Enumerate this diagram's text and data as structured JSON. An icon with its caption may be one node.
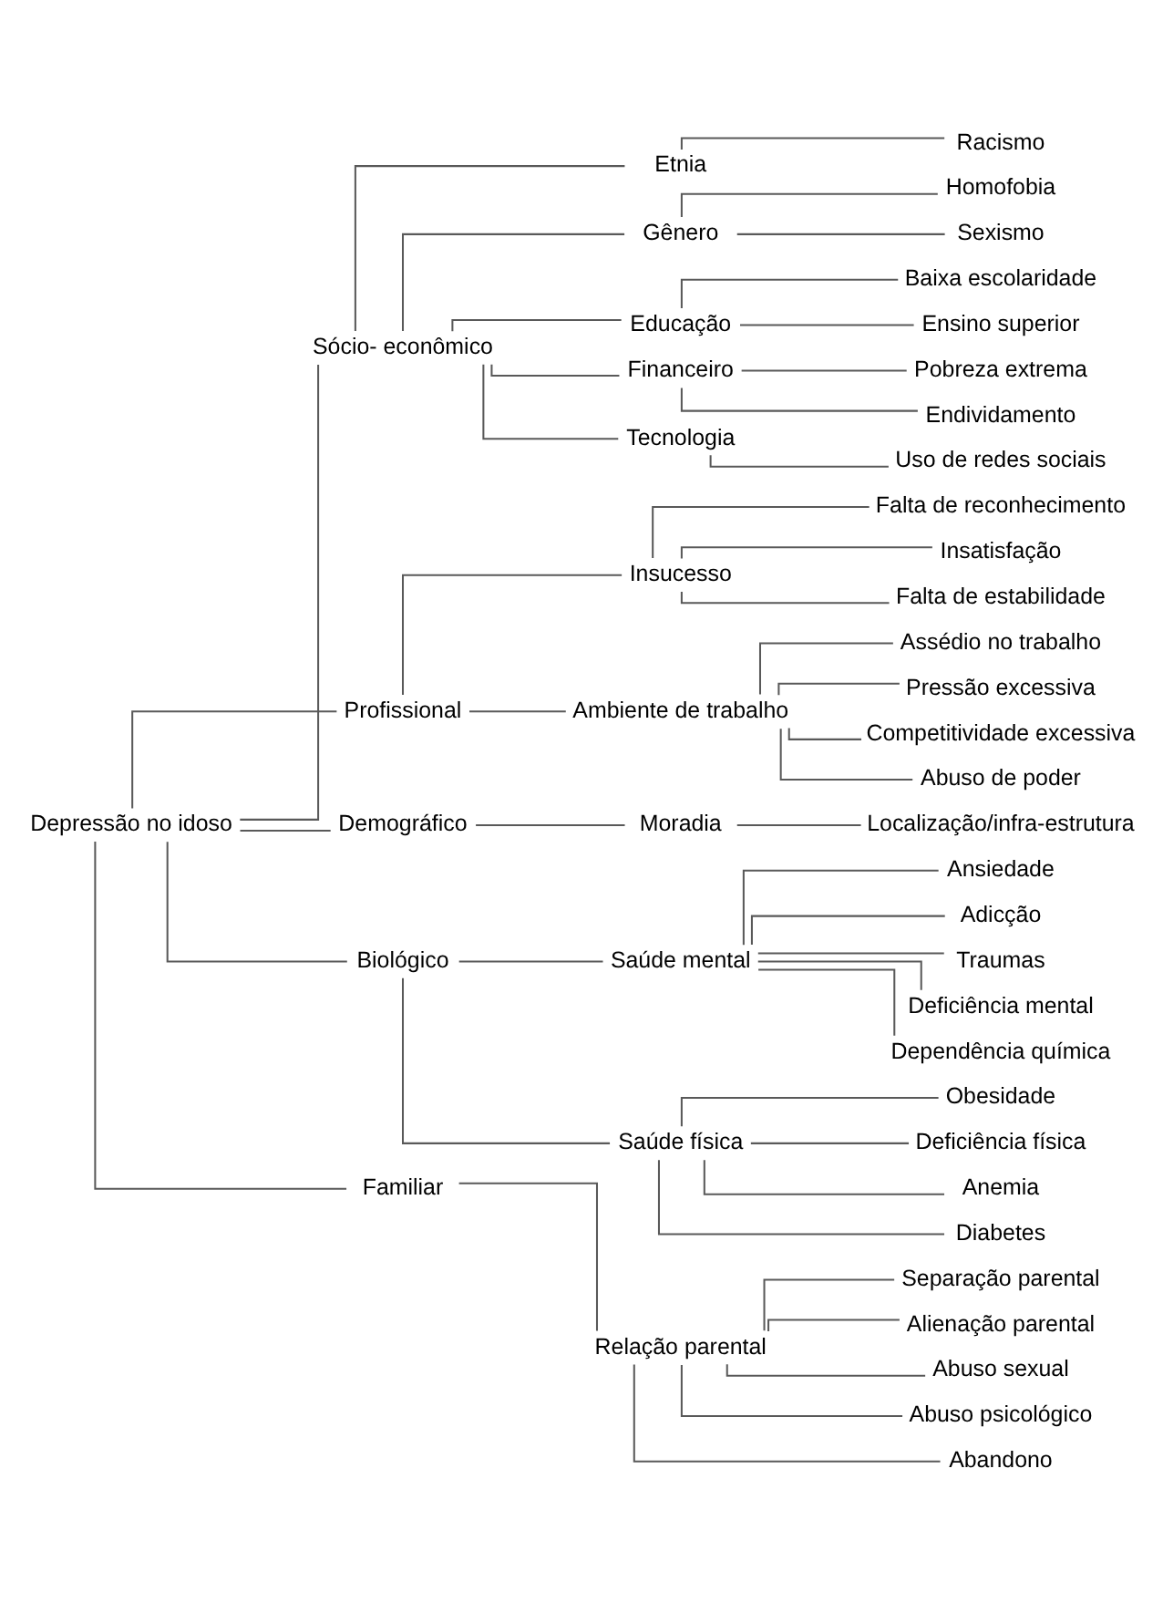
{
  "diagram": {
    "nodes": [
      {
        "text": [
          "Depressão no idoso"
        ]
      },
      {
        "text": [
          "Sócio- econômico"
        ]
      },
      {
        "text": [
          "Etnia"
        ]
      },
      {
        "text": [
          "Racismo"
        ]
      },
      {
        "text": [
          "Gênero"
        ]
      },
      {
        "text": [
          "Homofobia"
        ]
      },
      {
        "text": [
          "Sexismo"
        ]
      },
      {
        "text": [
          "Educação"
        ]
      },
      {
        "text": [
          "Baixa escolaridade"
        ]
      },
      {
        "text": [
          "Ensino superior"
        ]
      },
      {
        "text": [
          "Financeiro"
        ]
      },
      {
        "text": [
          "Pobreza extrema"
        ]
      },
      {
        "text": [
          "Endividamento"
        ]
      },
      {
        "text": [
          "Tecnologia"
        ]
      },
      {
        "text": [
          "Uso de redes sociais"
        ]
      },
      {
        "text": [
          "Profissional"
        ]
      },
      {
        "text": [
          "Insucesso"
        ]
      },
      {
        "text": [
          "Falta de reconhecimento"
        ]
      },
      {
        "text": [
          "Insatisfação"
        ]
      },
      {
        "text": [
          "Falta de estabilidade"
        ]
      },
      {
        "text": [
          "Ambiente de trabalho"
        ]
      },
      {
        "text": [
          "Assédio no trabalho"
        ]
      },
      {
        "text": [
          "Pressão excessiva"
        ]
      },
      {
        "text": [
          "Competitividade excessiva"
        ]
      },
      {
        "text": [
          "Abuso de poder"
        ]
      },
      {
        "text": [
          "Demográfico"
        ]
      },
      {
        "text": [
          "Moradia"
        ]
      },
      {
        "text": [
          "Localização/infra-estrutura"
        ]
      },
      {
        "text": [
          "Biológico"
        ]
      },
      {
        "text": [
          "Saúde mental"
        ]
      },
      {
        "text": [
          "Ansiedade"
        ]
      },
      {
        "text": [
          "Adicção"
        ]
      },
      {
        "text": [
          "Traumas"
        ]
      },
      {
        "text": [
          "Deficiência mental"
        ]
      },
      {
        "text": [
          "Dependência química"
        ]
      },
      {
        "text": [
          "Saúde física"
        ]
      },
      {
        "text": [
          "Obesidade"
        ]
      },
      {
        "text": [
          "Deficiência física"
        ]
      },
      {
        "text": [
          "Anemia"
        ]
      },
      {
        "text": [
          "Diabetes"
        ]
      },
      {
        "text": [
          "Familiar"
        ]
      },
      {
        "text": [
          "Relação parental"
        ]
      },
      {
        "text": [
          "Separação parental"
        ]
      },
      {
        "text": [
          "Alienação parental"
        ]
      },
      {
        "text": [
          "Abuso sexual"
        ]
      },
      {
        "text": [
          "Abuso psicológico"
        ]
      },
      {
        "text": [
          "Abandono"
        ]
      }
    ],
    "edges": [
      {
        "from": 0,
        "to": 1,
        "arrow": "none"
      },
      {
        "from": 0,
        "to": 15,
        "arrow": "none"
      },
      {
        "from": 0,
        "to": 25,
        "arrow": "none"
      },
      {
        "from": 0,
        "to": 28,
        "arrow": "none"
      },
      {
        "from": 0,
        "to": 40,
        "arrow": "none"
      },
      {
        "from": 1,
        "to": 2,
        "arrow": "none"
      },
      {
        "from": 1,
        "to": 4,
        "arrow": "none"
      },
      {
        "from": 1,
        "to": 7,
        "arrow": "none"
      },
      {
        "from": 1,
        "to": 10,
        "arrow": "none"
      },
      {
        "from": 1,
        "to": 13,
        "arrow": "none"
      },
      {
        "from": 2,
        "to": 3,
        "arrow": "none"
      },
      {
        "from": 4,
        "to": 5,
        "arrow": "none"
      },
      {
        "from": 4,
        "to": 6,
        "arrow": "none"
      },
      {
        "from": 7,
        "to": 8,
        "arrow": "none"
      },
      {
        "from": 7,
        "to": 9,
        "arrow": "none"
      },
      {
        "from": 10,
        "to": 11,
        "arrow": "none"
      },
      {
        "from": 10,
        "to": 12,
        "arrow": "none"
      },
      {
        "from": 13,
        "to": 14,
        "arrow": "none"
      },
      {
        "from": 15,
        "to": 16,
        "arrow": "none"
      },
      {
        "from": 15,
        "to": 20,
        "arrow": "none"
      },
      {
        "from": 16,
        "to": 17,
        "arrow": "none"
      },
      {
        "from": 16,
        "to": 18,
        "arrow": "none"
      },
      {
        "from": 16,
        "to": 19,
        "arrow": "none"
      },
      {
        "from": 20,
        "to": 21,
        "arrow": "none"
      },
      {
        "from": 20,
        "to": 22,
        "arrow": "none"
      },
      {
        "from": 20,
        "to": 23,
        "arrow": "none"
      },
      {
        "from": 20,
        "to": 24,
        "arrow": "none"
      },
      {
        "from": 25,
        "to": 26,
        "arrow": "none"
      },
      {
        "from": 26,
        "to": 27,
        "arrow": "none"
      },
      {
        "from": 28,
        "to": 29,
        "arrow": "none"
      },
      {
        "from": 28,
        "to": 35,
        "arrow": "none"
      },
      {
        "from": 29,
        "to": 30,
        "arrow": "none"
      },
      {
        "from": 29,
        "to": 31,
        "arrow": "none"
      },
      {
        "from": 29,
        "to": 32,
        "arrow": "none"
      },
      {
        "from": 29,
        "to": 33,
        "arrow": "none"
      },
      {
        "from": 29,
        "to": 34,
        "arrow": "none"
      },
      {
        "from": 35,
        "to": 36,
        "arrow": "none"
      },
      {
        "from": 35,
        "to": 37,
        "arrow": "none"
      },
      {
        "from": 35,
        "to": 38,
        "arrow": "none"
      },
      {
        "from": 35,
        "to": 39,
        "arrow": "none"
      },
      {
        "from": 40,
        "to": 41,
        "arrow": "none"
      },
      {
        "from": 41,
        "to": 42,
        "arrow": "none"
      },
      {
        "from": 41,
        "to": 43,
        "arrow": "none"
      },
      {
        "from": 41,
        "to": 44,
        "arrow": "none"
      },
      {
        "from": 41,
        "to": 45,
        "arrow": "none"
      },
      {
        "from": 41,
        "to": 46,
        "arrow": "none"
      }
    ]
  }
}
